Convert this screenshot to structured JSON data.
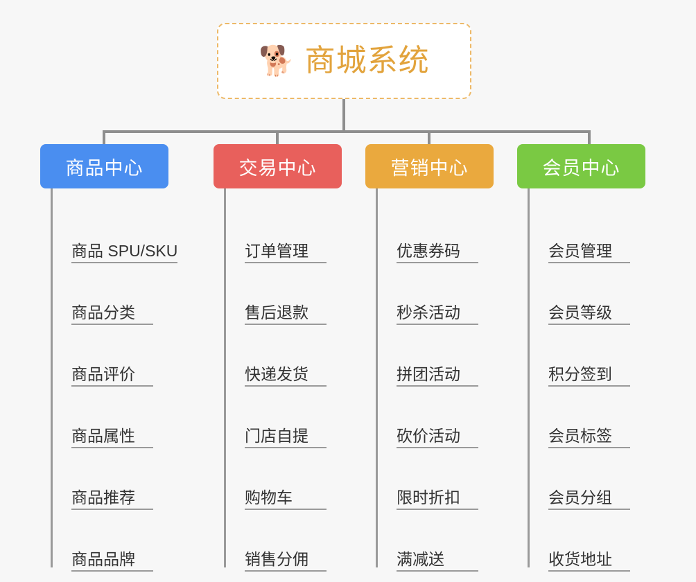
{
  "page": {
    "background_color": "#f7f7f7",
    "connector_color": "#8e8e8e",
    "leaf_line_color": "#9a9a9a",
    "leaf_text_color": "#333333"
  },
  "root": {
    "icon": "shiba-dog-face-emoji",
    "icon_glyph": "🐕",
    "title": "商城系统",
    "title_color": "#e2a33c",
    "border_color": "#edb968",
    "background_color": "#ffffff"
  },
  "columns": [
    {
      "id": "product-center",
      "title": "商品中心",
      "color": "#4a8ef0",
      "items": [
        "商品 SPU/SKU",
        "商品分类",
        "商品评价",
        "商品属性",
        "商品推荐",
        "商品品牌"
      ]
    },
    {
      "id": "trade-center",
      "title": "交易中心",
      "color": "#e8605c",
      "items": [
        "订单管理",
        "售后退款",
        "快递发货",
        "门店自提",
        "购物车",
        "销售分佣"
      ]
    },
    {
      "id": "marketing-center",
      "title": "营销中心",
      "color": "#eaa93e",
      "items": [
        "优惠券码",
        "秒杀活动",
        "拼团活动",
        "砍价活动",
        "限时折扣",
        "满减送"
      ]
    },
    {
      "id": "member-center",
      "title": "会员中心",
      "color": "#7ac943",
      "items": [
        "会员管理",
        "会员等级",
        "积分签到",
        "会员标签",
        "会员分组",
        "收货地址"
      ]
    }
  ]
}
